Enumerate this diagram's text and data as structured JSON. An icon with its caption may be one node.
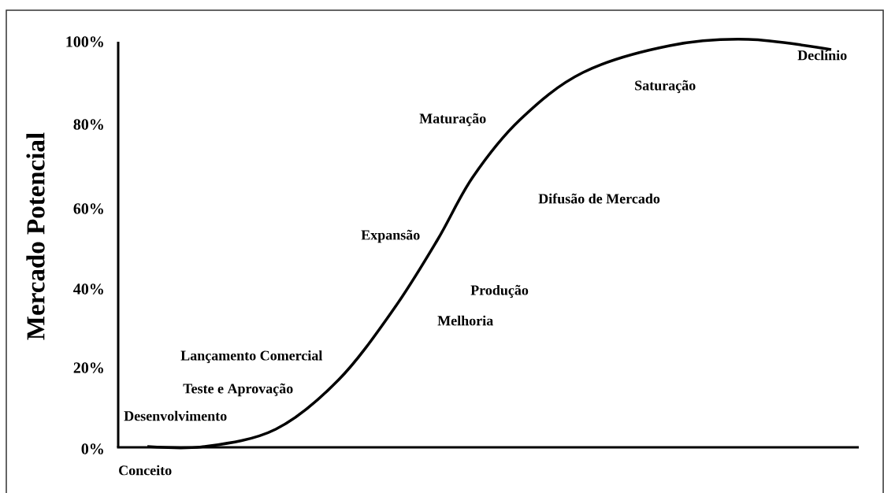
{
  "diagram": {
    "labels": [
      "100%",
      "Declínio",
      "Saturação",
      "80%",
      "Maturação",
      "Difusão de Mercado",
      "60%",
      "Expansão",
      "Mercado Potencial",
      "40%",
      "Produção",
      "Melhoria",
      "20%",
      "Lançamento Comercial",
      "Teste e Aprovação",
      "Desenvolvimento",
      "0%",
      "Conceito"
    ]
  }
}
